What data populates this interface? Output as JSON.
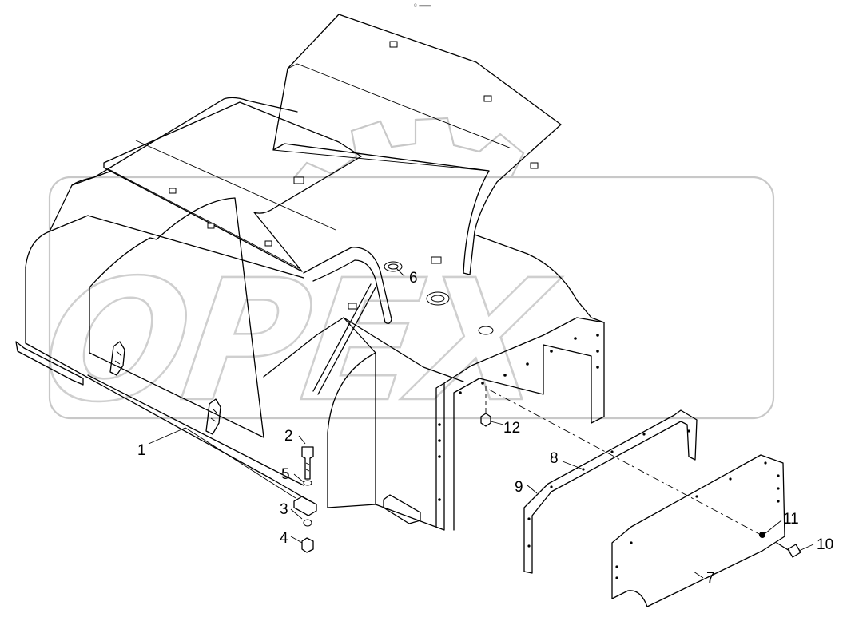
{
  "header": {
    "mark": "º ═══"
  },
  "watermark": {
    "text": "OPEX"
  },
  "callouts": {
    "p1": "1",
    "p2": "2",
    "p3": "3",
    "p4": "4",
    "p5": "5",
    "p6": "6",
    "p7": "7",
    "p8": "8",
    "p9": "9",
    "p10": "10",
    "p11": "11",
    "p12": "12"
  }
}
